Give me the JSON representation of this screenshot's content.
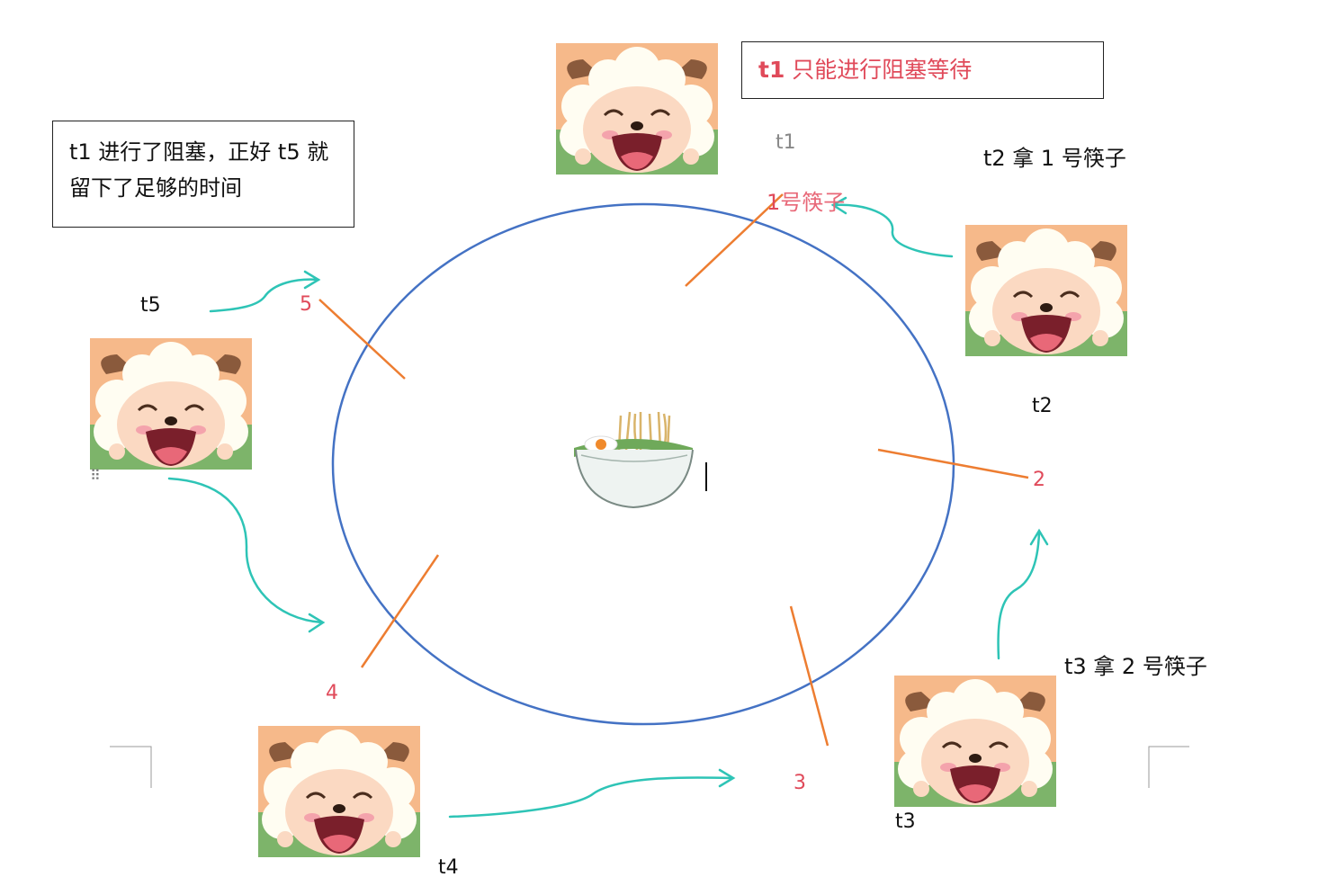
{
  "notes": {
    "t5_note": "t1 进行了阻塞，正好 t5 就留下了足够的时间",
    "t1_note_strong": "t1",
    "t1_note_rest": " 只能进行阻塞等待"
  },
  "philosophers": [
    {
      "id": "t1",
      "label": "t1"
    },
    {
      "id": "t2",
      "label": "t2",
      "caption": "t2 拿 1 号筷子"
    },
    {
      "id": "t3",
      "label": "t3",
      "caption": "t3 拿 2 号筷子"
    },
    {
      "id": "t4",
      "label": "t4"
    },
    {
      "id": "t5",
      "label": "t5"
    }
  ],
  "chopsticks": {
    "c1_num": "1",
    "c1_suffix": "号筷子",
    "c2": "2",
    "c3": "3",
    "c4": "4",
    "c5": "5"
  },
  "colors": {
    "table": "#4472c4",
    "chopstick": "#ed7d31",
    "arrow": "#2ec4b6",
    "number": "#e04a5a"
  },
  "icons": {
    "philosopher": "sheep-face-icon",
    "bowl": "noodle-bowl-icon"
  }
}
